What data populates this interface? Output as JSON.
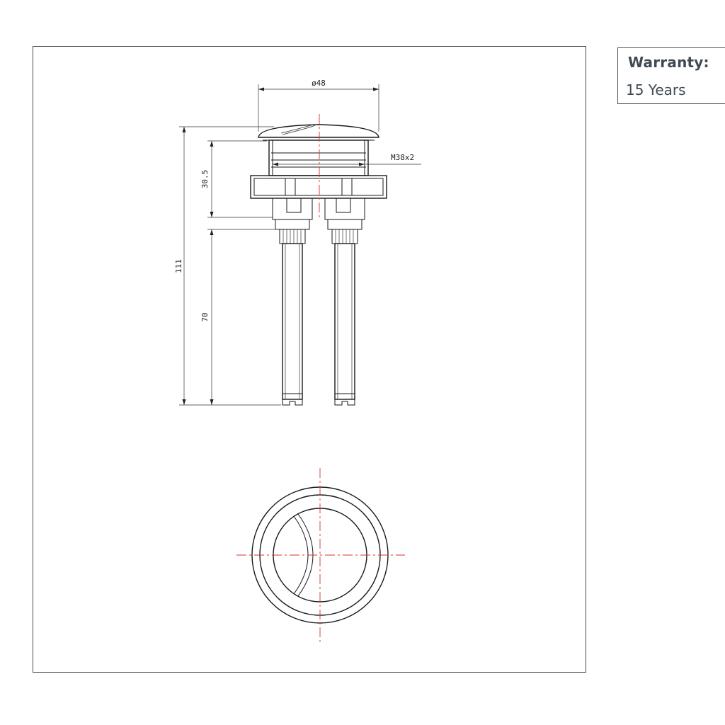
{
  "warranty": {
    "title": "Warranty:",
    "value": "15 Years"
  },
  "dimensions": {
    "diameter": "ø48",
    "thread": "M38x2",
    "overall_height": "111",
    "body_height": "30.5",
    "rod_length": "70"
  }
}
